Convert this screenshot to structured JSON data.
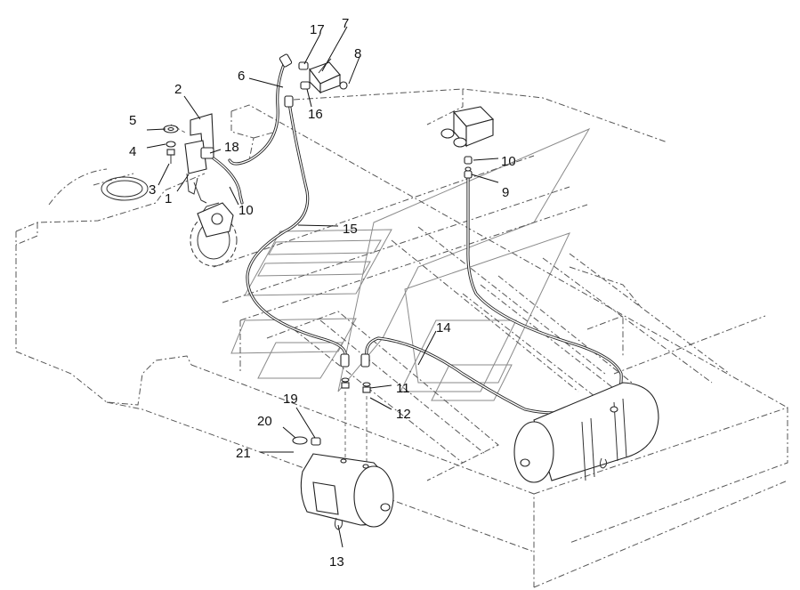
{
  "diagram": {
    "callouts": [
      {
        "id": "c1",
        "text": "1"
      },
      {
        "id": "c2",
        "text": "2"
      },
      {
        "id": "c3",
        "text": "3"
      },
      {
        "id": "c4",
        "text": "4"
      },
      {
        "id": "c5",
        "text": "5"
      },
      {
        "id": "c6",
        "text": "6"
      },
      {
        "id": "c7",
        "text": "7"
      },
      {
        "id": "c8",
        "text": "8"
      },
      {
        "id": "c9",
        "text": "9"
      },
      {
        "id": "c10a",
        "text": "10"
      },
      {
        "id": "c10b",
        "text": "10"
      },
      {
        "id": "c11",
        "text": "11"
      },
      {
        "id": "c12",
        "text": "12"
      },
      {
        "id": "c13",
        "text": "13"
      },
      {
        "id": "c14",
        "text": "14"
      },
      {
        "id": "c15",
        "text": "15"
      },
      {
        "id": "c16",
        "text": "16"
      },
      {
        "id": "c17",
        "text": "17"
      },
      {
        "id": "c18",
        "text": "18"
      },
      {
        "id": "c19",
        "text": "19"
      },
      {
        "id": "c20",
        "text": "20"
      },
      {
        "id": "c21",
        "text": "21"
      }
    ]
  }
}
